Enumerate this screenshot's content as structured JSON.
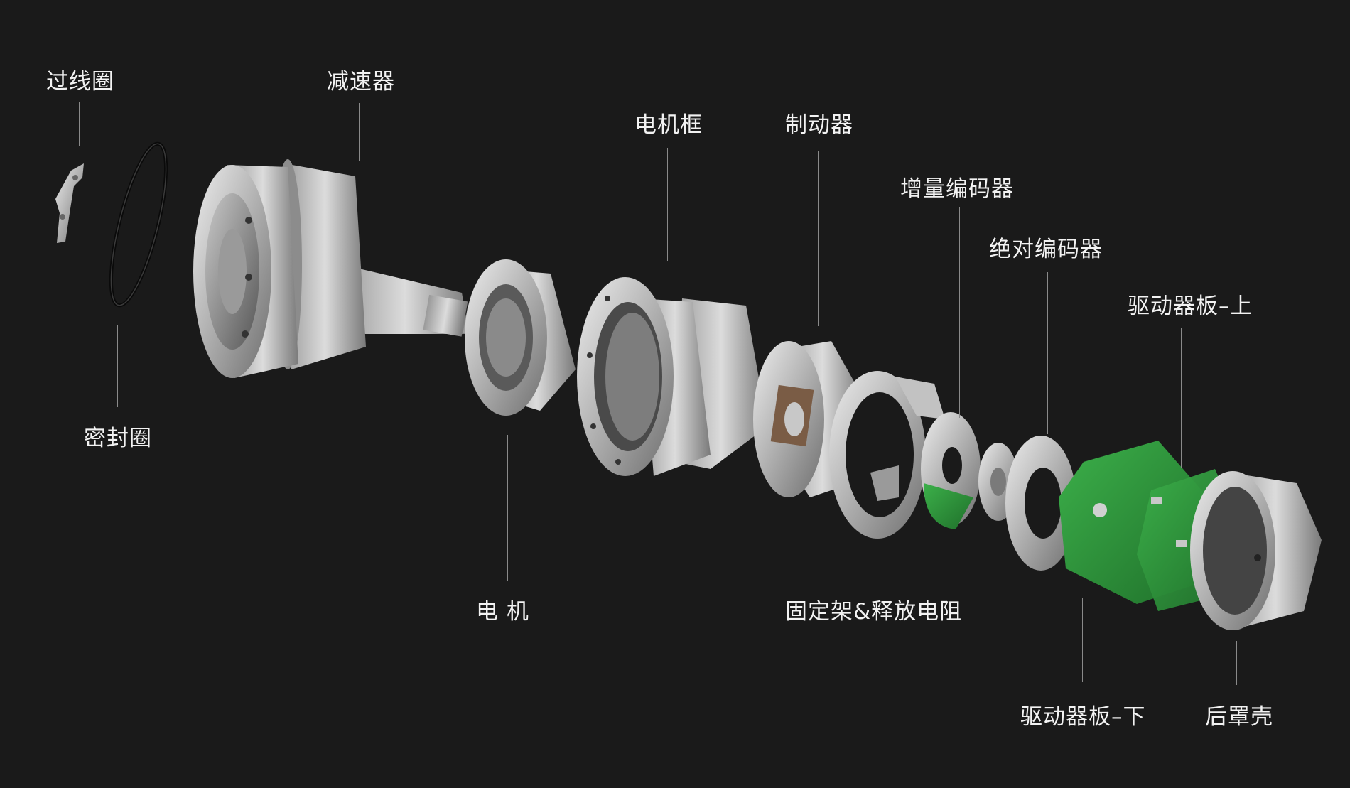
{
  "diagram": {
    "background_color": "#1a1a1a",
    "accent_green": "#2e8f3a",
    "metal_color": "#b8b8b8",
    "labels": {
      "wire_ring": "过线圈",
      "reducer": "减速器",
      "motor_frame": "电机框",
      "brake": "制动器",
      "incremental_encoder": "增量编码器",
      "absolute_encoder": "绝对编码器",
      "driver_board_upper": "驱动器板–上",
      "seal_ring": "密封圈",
      "motor": "电 机",
      "bracket_resistor": "固定架&释放电阻",
      "driver_board_lower": "驱动器板–下",
      "rear_cover": "后罩壳"
    }
  }
}
